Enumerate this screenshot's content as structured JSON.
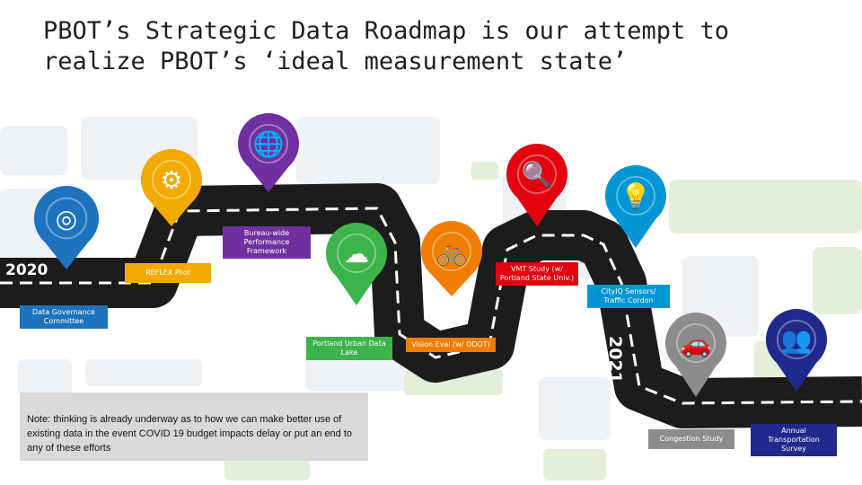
{
  "title": "PBOT’s Strategic Data Roadmap is our attempt to realize PBOT’s ‘ideal measurement state’",
  "years": {
    "start": "2020",
    "end": "2021"
  },
  "milestones": [
    {
      "id": "data-governance",
      "label": "Data Governance Committee",
      "icon": "target-icon",
      "color": "#1e73be"
    },
    {
      "id": "reflex-pilot",
      "label": "REFLEX Pilot",
      "icon": "gears-icon",
      "color": "#f2a900"
    },
    {
      "id": "bureau-performance",
      "label": "Bureau-wide Performance Framework",
      "icon": "laptop-globe-icon",
      "color": "#7030a0"
    },
    {
      "id": "urban-data-lake",
      "label": "Portland Urban Data Lake",
      "icon": "cloud-computer-icon",
      "color": "#3cb44b"
    },
    {
      "id": "vision-eval",
      "label": "Vision Eval (w/ ODOT)",
      "icon": "transport-modes-icon",
      "color": "#f07d00"
    },
    {
      "id": "vmt-study",
      "label": "VMT Study (w/ Portland State Univ.)",
      "icon": "car-search-icon",
      "color": "#e3000f"
    },
    {
      "id": "city-sensors",
      "label": "CityIQ Sensors/ Traffic Cordon",
      "icon": "streetlight-sensor-icon",
      "color": "#0096d6"
    },
    {
      "id": "congestion-study",
      "label": "Congestion Study",
      "icon": "car-icon",
      "color": "#8c8c8c"
    },
    {
      "id": "transportation-survey",
      "label": "Annual Transportation Survey",
      "icon": "people-group-icon",
      "color": "#1f2a8c"
    }
  ],
  "note": "Note: thinking is already underway as to how we can make better use of existing data in the event COVID 19 budget impacts delay or put an end to any of these efforts"
}
